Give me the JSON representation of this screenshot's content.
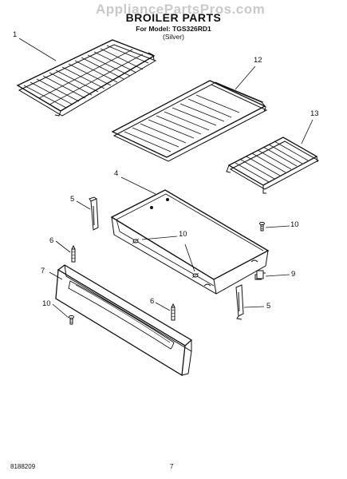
{
  "watermark": "AppliancePartsPros.com",
  "header": {
    "title": "BROILER PARTS",
    "model_line": "For Model: TGS326RD1",
    "variant": "(Silver)"
  },
  "footer": {
    "doc_number": "8188209",
    "page_number": "7"
  },
  "callouts": {
    "c1": "1",
    "c12": "12",
    "c13": "13",
    "c4": "4",
    "c5a": "5",
    "c10a": "10",
    "c10b": "10",
    "c6a": "6",
    "c7": "7",
    "c9": "9",
    "c10c": "10",
    "c6b": "6",
    "c5b": "5"
  }
}
